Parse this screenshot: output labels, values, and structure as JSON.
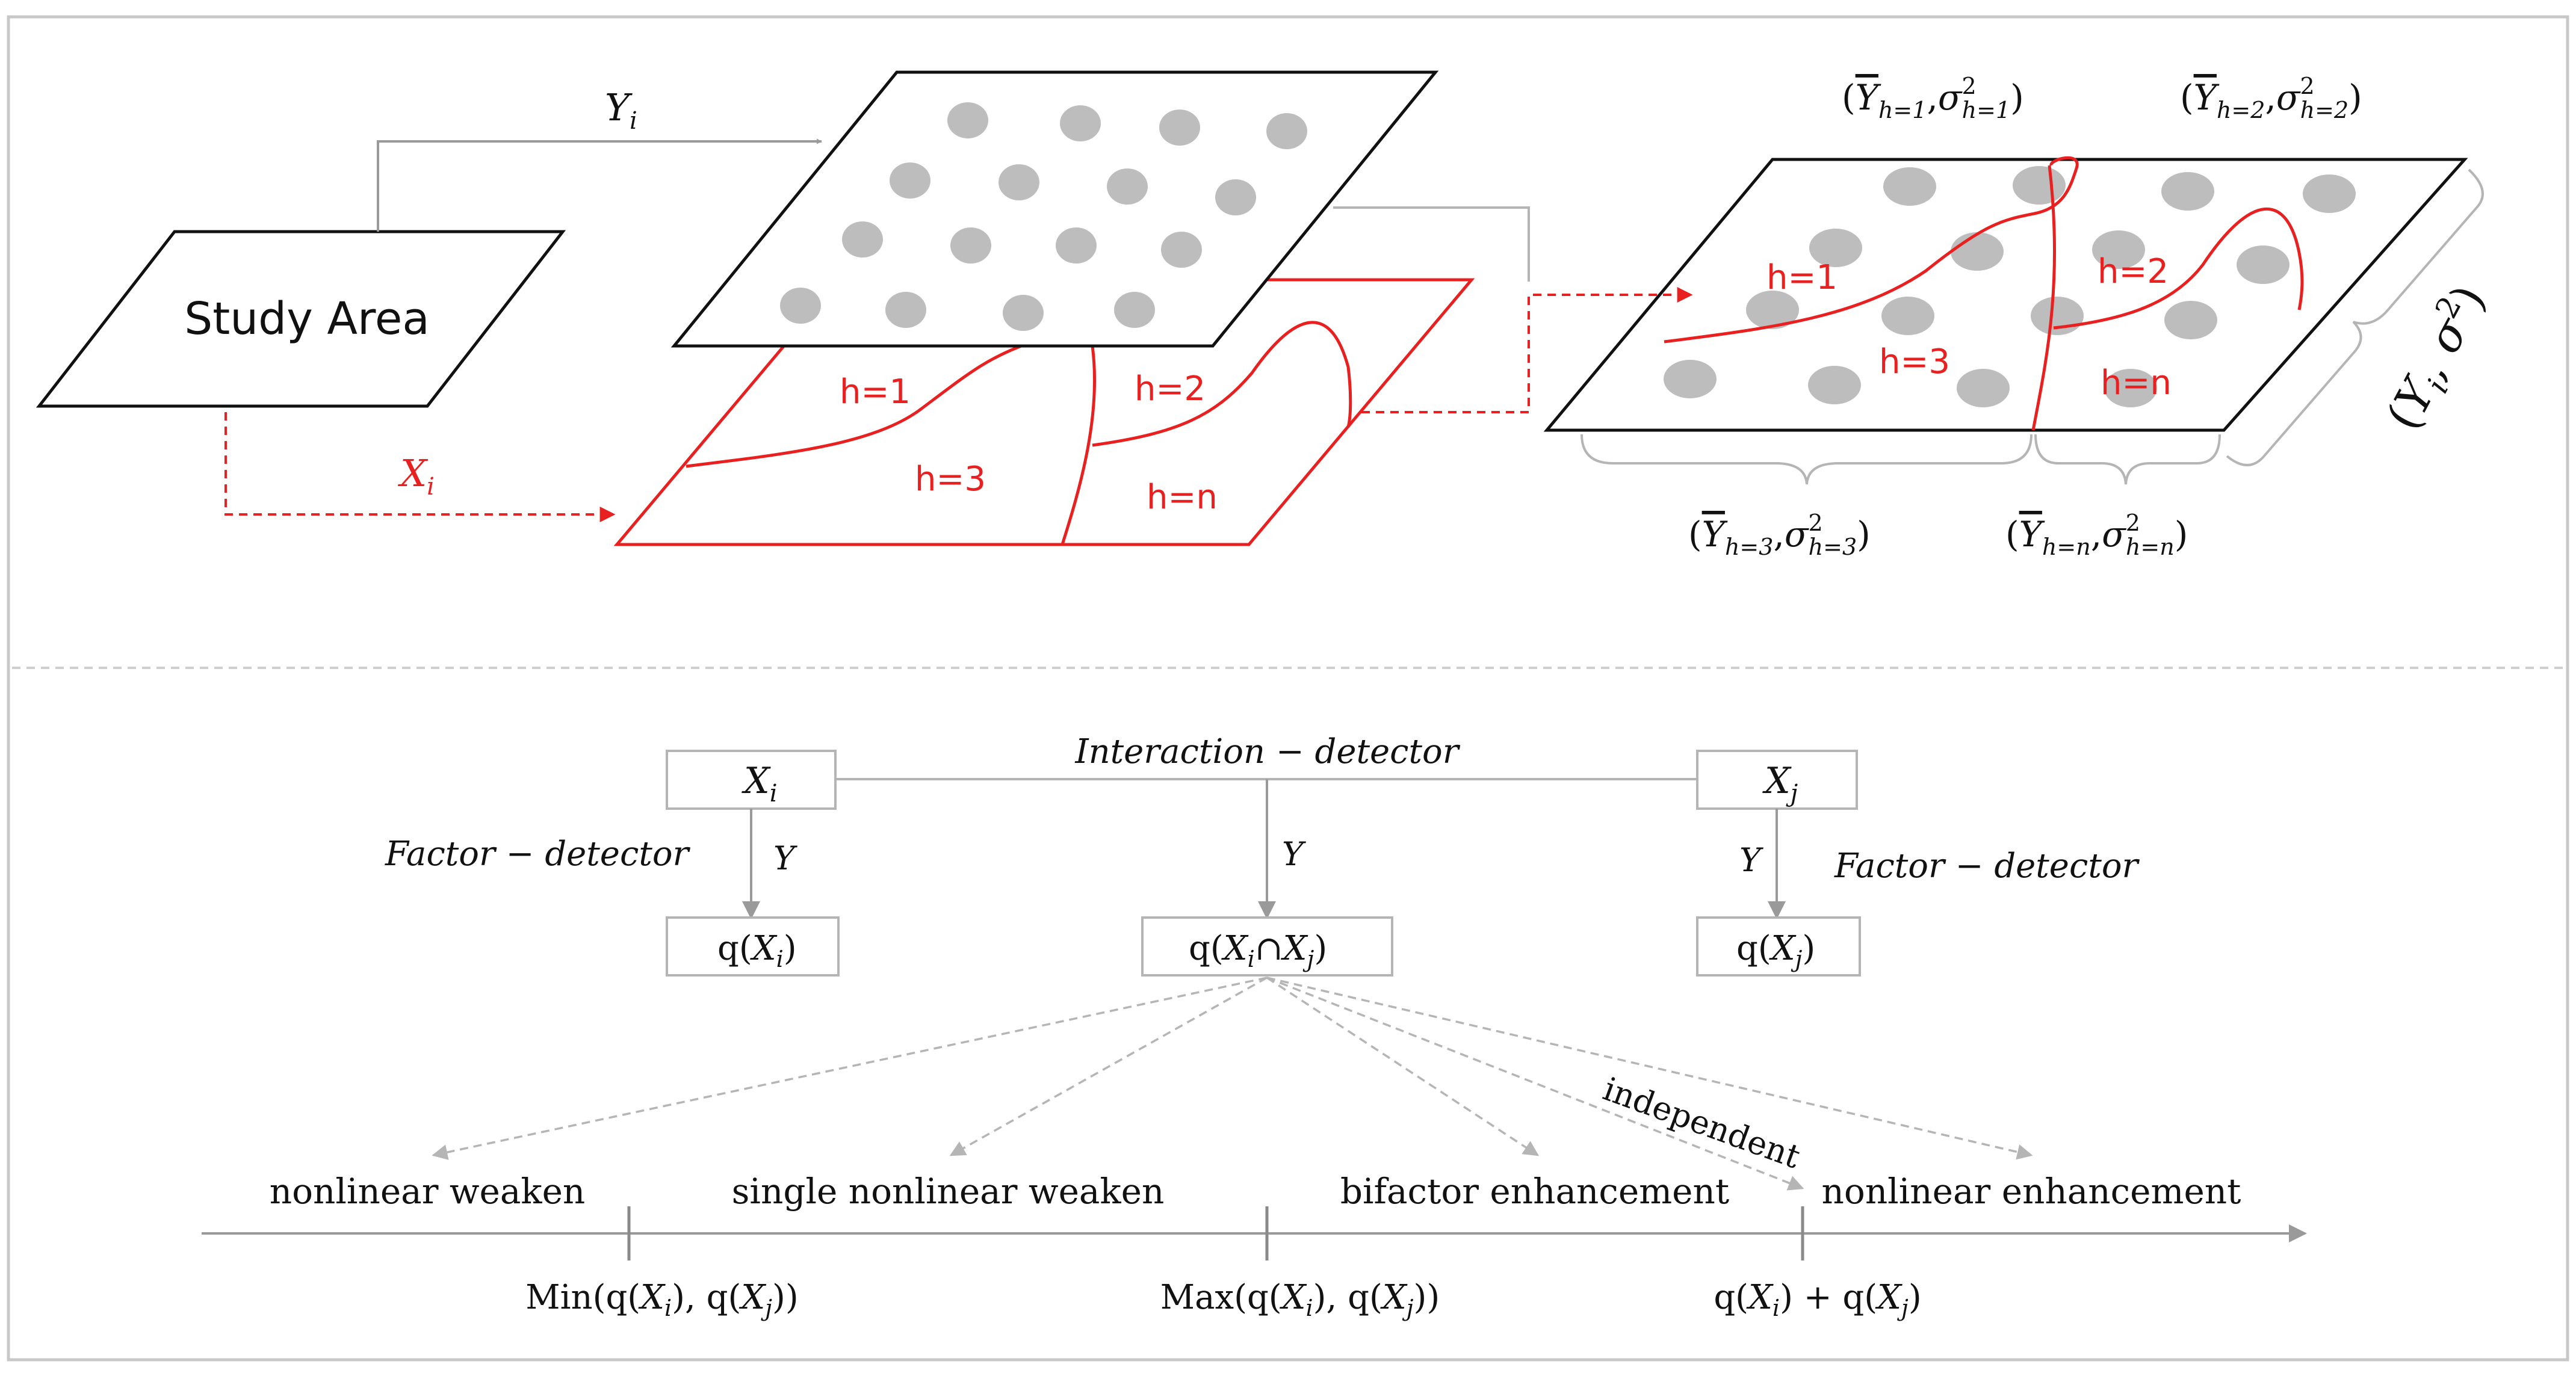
{
  "colors": {
    "border": "#c8c8c8",
    "divider": "#c8c8c8",
    "black": "#111111",
    "red": "#e8201f",
    "dot": "#bdbdbd",
    "gray_line": "#9a9a9a",
    "dashed_gray": "#b5b5b5"
  },
  "top": {
    "study_area": "Study Area",
    "y_i": "Y",
    "y_i_sub": "i",
    "x_i": "X",
    "x_i_sub": "i",
    "strata": {
      "h1": "h=1",
      "h2": "h=2",
      "h3": "h=3",
      "hn": "h=n"
    },
    "stat_h1": {
      "ybar": "Y",
      "ybar_sub": "h=1",
      "sigma": "σ",
      "sigma_sup": "2",
      "sigma_sub": "h=1"
    },
    "stat_h2": {
      "ybar": "Y",
      "ybar_sub": "h=2",
      "sigma": "σ",
      "sigma_sup": "2",
      "sigma_sub": "h=2"
    },
    "stat_h3": {
      "ybar": "Y",
      "ybar_sub": "h=3",
      "sigma": "σ",
      "sigma_sup": "2",
      "sigma_sub": "h=3"
    },
    "stat_hn": {
      "ybar": "Y",
      "ybar_sub": "h=n",
      "sigma": "σ",
      "sigma_sup": "2",
      "sigma_sub": "h=n"
    },
    "global_stat": {
      "y": "Y",
      "y_sub": "i",
      "sigma": "σ",
      "sigma_sup": "2"
    }
  },
  "bottom": {
    "interaction_detector": "Interaction − detector",
    "factor_detector_left": "Factor − detector",
    "factor_detector_right": "Factor − detector",
    "box_xi": {
      "var": "X",
      "sub": "i"
    },
    "box_xj": {
      "var": "X",
      "sub": "j"
    },
    "y_label": "Y",
    "q_xi": {
      "prefix": "q(",
      "var": "X",
      "sub": "i",
      "suffix": ")"
    },
    "q_xj": {
      "prefix": "q(",
      "var": "X",
      "sub": "j",
      "suffix": ")"
    },
    "q_inter": {
      "prefix": "q(",
      "v1": "X",
      "s1": "i",
      "op": "∩",
      "v2": "X",
      "s2": "j",
      "suffix": ")"
    },
    "categories": {
      "nonlinear_weaken": "nonlinear weaken",
      "single_nonlinear_weaken": "single nonlinear weaken",
      "bifactor_enhancement": "bifactor enhancement",
      "independent": "independent",
      "nonlinear_enhancement": "nonlinear enhancement"
    },
    "ticks": {
      "min": {
        "head": "Min(q(",
        "v1": "X",
        "s1": "i",
        "mid": "), q(",
        "v2": "X",
        "s2": "j",
        "tail": "))"
      },
      "max": {
        "head": "Max(q(",
        "v1": "X",
        "s1": "i",
        "mid": "), q(",
        "v2": "X",
        "s2": "j",
        "tail": "))"
      },
      "sum": {
        "head": "q(",
        "v1": "X",
        "s1": "i",
        "mid": ") + q(",
        "v2": "X",
        "s2": "j",
        "tail": ")"
      }
    }
  }
}
